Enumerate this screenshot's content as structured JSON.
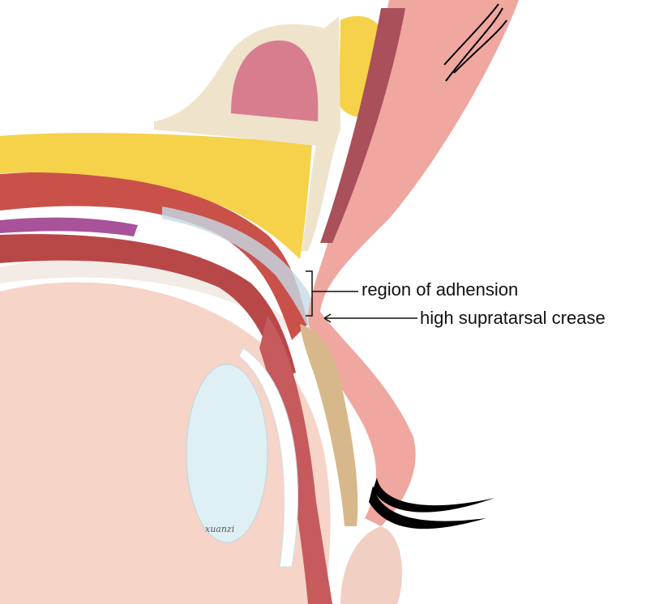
{
  "labels": {
    "adhesion": "region of adhension",
    "crease": "high supratarsal crease"
  },
  "signature": "xuanzi",
  "colors": {
    "skin": "#efa7a0",
    "fat": "#f7d54e",
    "bone": "#efe3cc",
    "muscle": "#c9514a",
    "eyeball": "#f7d6cc",
    "lens": "#dff0f4",
    "tarsus": "#d7b88a",
    "lash": "#000000"
  }
}
